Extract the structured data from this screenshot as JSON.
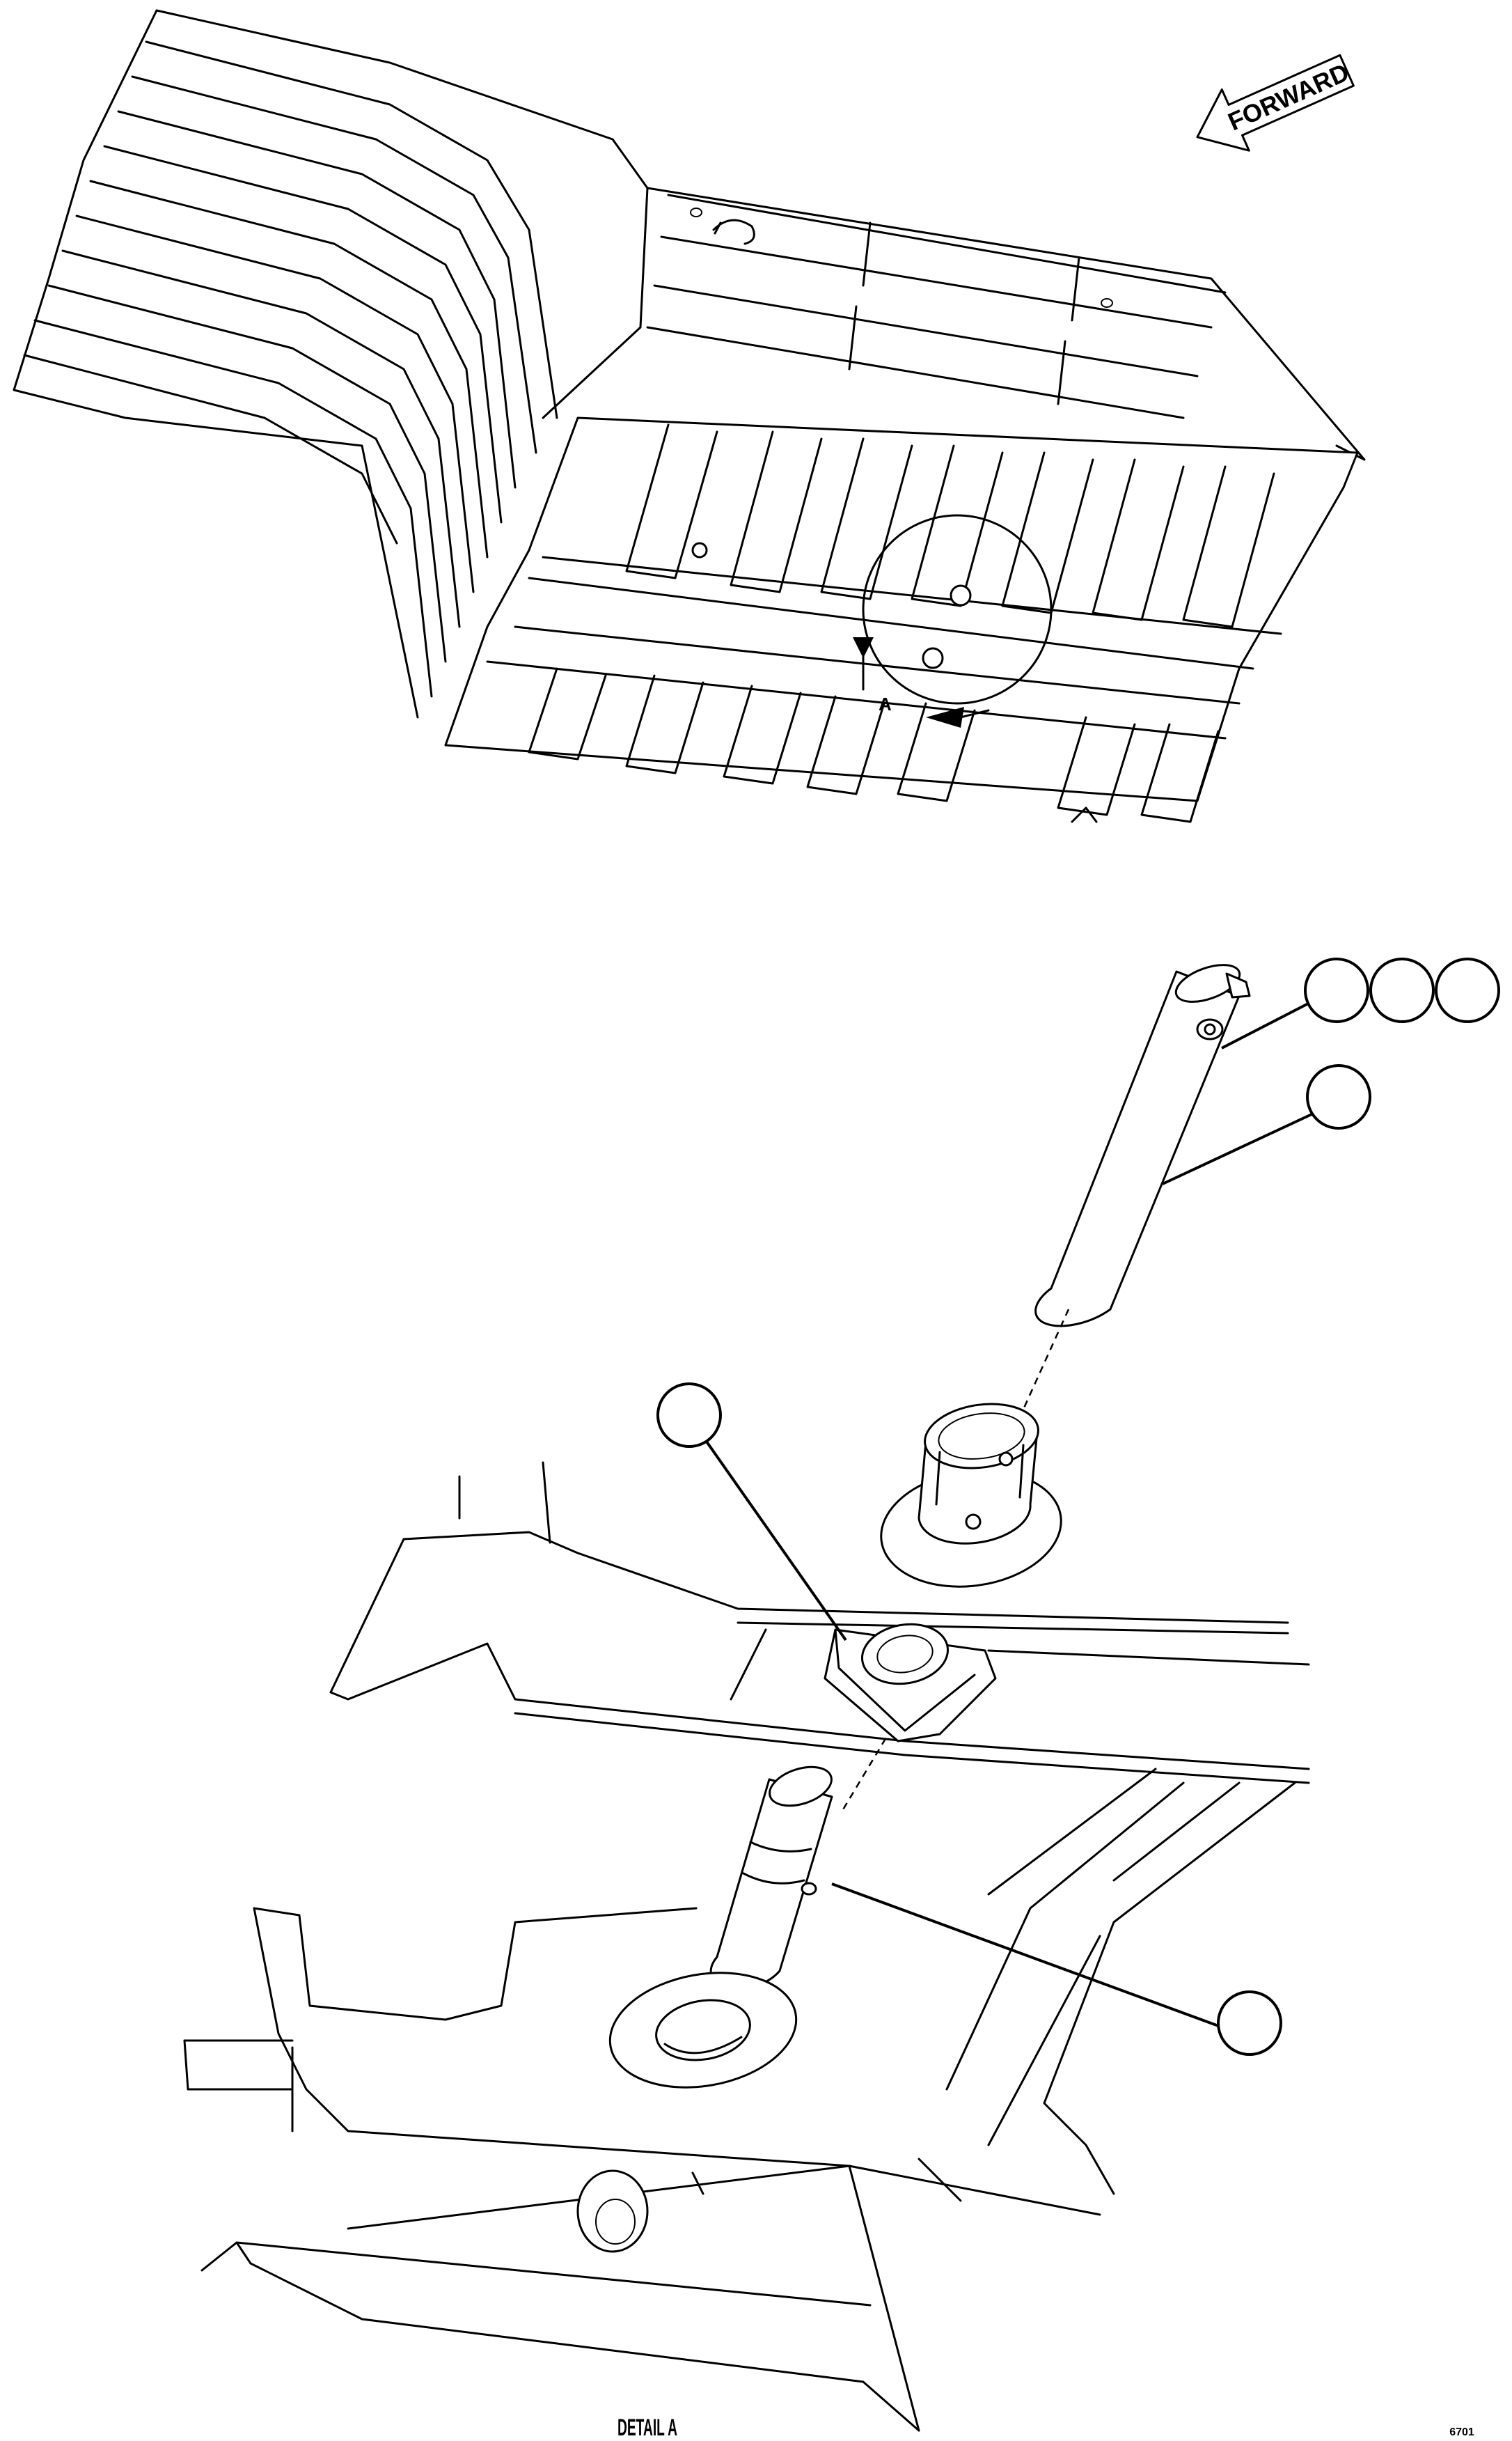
{
  "forward_arrow": {
    "label": "FORWARD"
  },
  "detail_callout": {
    "letter": "A"
  },
  "detail_view": {
    "title": "DETAIL A"
  },
  "drawing_id": {
    "text": "6701"
  },
  "balloons": [
    {
      "id": "balloon-1",
      "text": ""
    },
    {
      "id": "balloon-2",
      "text": ""
    },
    {
      "id": "balloon-3",
      "text": ""
    },
    {
      "id": "balloon-4",
      "text": ""
    },
    {
      "id": "balloon-5",
      "text": ""
    },
    {
      "id": "balloon-6",
      "text": ""
    }
  ]
}
